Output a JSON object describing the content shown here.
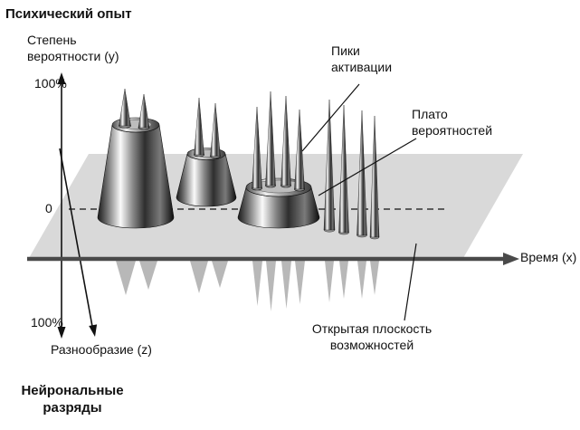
{
  "title": "Психический опыт",
  "footer_label": "Нейрональные разряды",
  "axes": {
    "y": {
      "label": "Степень вероятности (y)",
      "tick_top": "100%",
      "tick_zero": "0",
      "tick_bottom": "100%"
    },
    "x": {
      "label": "Время (x)"
    },
    "z": {
      "label": "Разнообразие (z)"
    }
  },
  "annotations": {
    "activation_peaks": "Пики активации",
    "probability_plateau": "Плато вероятностей",
    "open_plane": "Открытая плоскость возможностей"
  },
  "colors": {
    "plane_fill": "#d9d9d9",
    "reflection_fill": "#b8b8b8",
    "ink": "#111111"
  }
}
